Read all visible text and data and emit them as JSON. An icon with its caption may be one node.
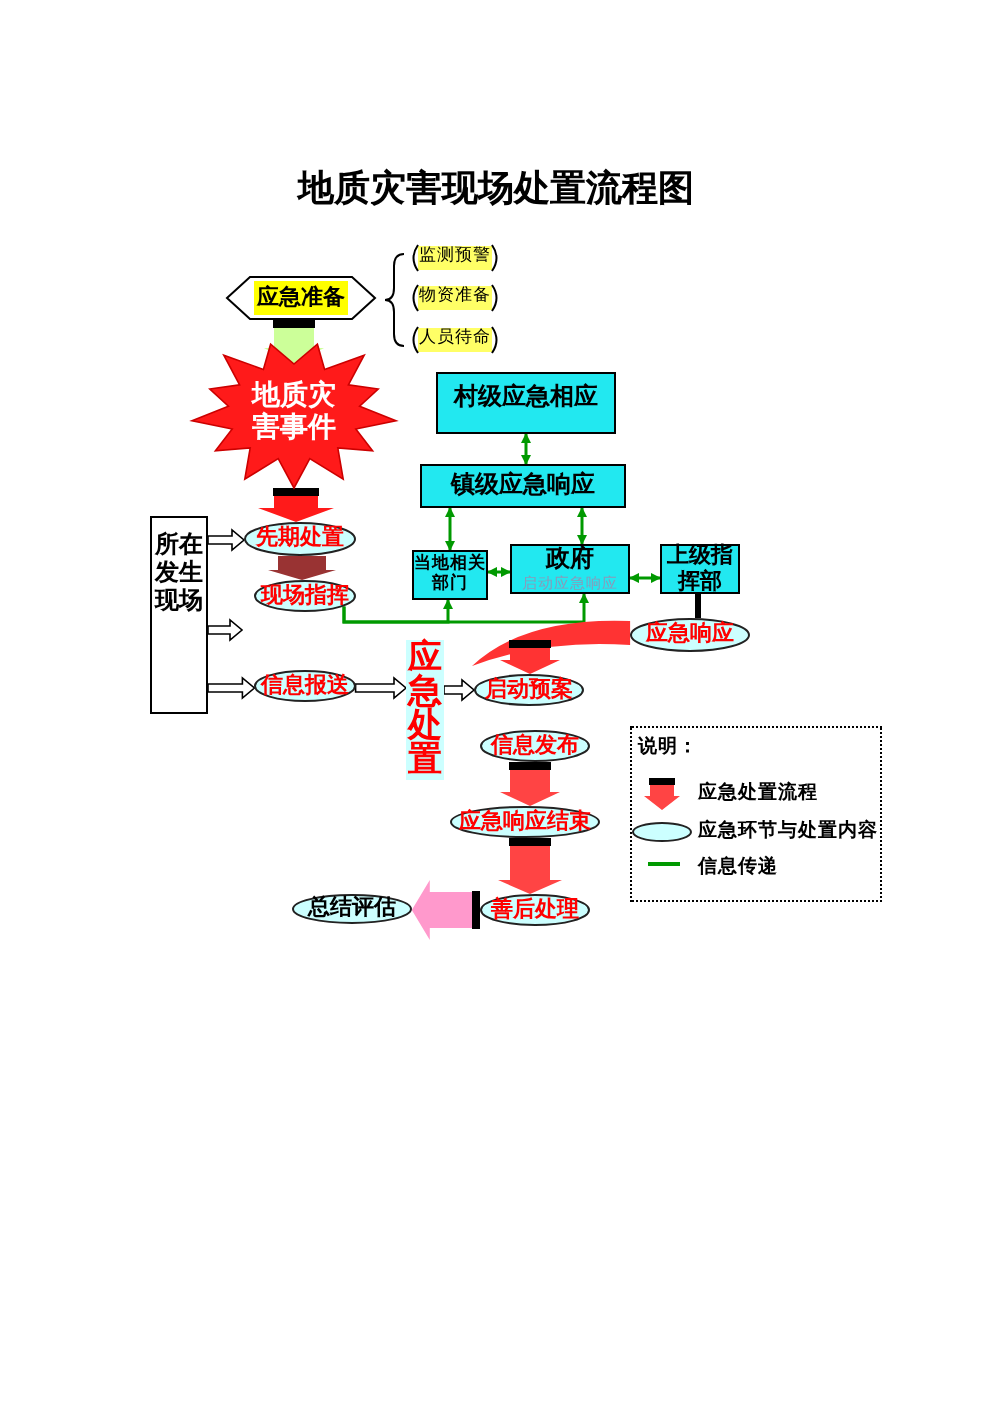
{
  "diagram": {
    "title": "地质灾害现场处置流程图",
    "nodes": [
      {
        "text": [
          "应急准备"
        ]
      },
      {
        "text": [
          "监测预警"
        ]
      },
      {
        "text": [
          "物资准备"
        ]
      },
      {
        "text": [
          "人员待命"
        ]
      },
      {
        "text": [
          "地质灾害事件"
        ]
      },
      {
        "text": [
          "村级应急相应"
        ]
      },
      {
        "text": [
          "镇级应急响应"
        ]
      },
      {
        "text": [
          "所在发生现场"
        ]
      },
      {
        "text": [
          "先期处置"
        ]
      },
      {
        "text": [
          "当地相关部门"
        ]
      },
      {
        "text": [
          "政府",
          "启动应急响应"
        ]
      },
      {
        "text": [
          "上级指挥部"
        ]
      },
      {
        "text": [
          "现场指挥"
        ]
      },
      {
        "text": [
          "应急响应"
        ]
      },
      {
        "text": [
          "信息报送"
        ]
      },
      {
        "text": [
          "应急处置"
        ]
      },
      {
        "text": [
          "启动预案"
        ]
      },
      {
        "text": [
          "信息发布"
        ]
      },
      {
        "text": [
          "应急响应结束"
        ]
      },
      {
        "text": [
          "总结评估"
        ]
      },
      {
        "text": [
          "善后处理"
        ]
      }
    ],
    "edges": [
      {
        "from": 0,
        "to": 4,
        "arrow": "to",
        "style": "thick",
        "color": "#ccff99"
      },
      {
        "from": 5,
        "to": 6,
        "arrow": "both"
      },
      {
        "from": 6,
        "to": 9,
        "arrow": "both"
      },
      {
        "from": 6,
        "to": 10,
        "arrow": "both"
      },
      {
        "from": 9,
        "to": 10,
        "arrow": "both"
      },
      {
        "from": 10,
        "to": 11,
        "arrow": "both"
      },
      {
        "from": 4,
        "to": 8,
        "arrow": "to",
        "style": "thick",
        "color": "#ff1a1a"
      },
      {
        "from": 7,
        "to": 8,
        "arrow": "to",
        "style": "thick",
        "color": "#ffffff"
      },
      {
        "from": 7,
        "to": null,
        "arrow": "to",
        "style": "thick",
        "color": "#ffffff"
      },
      {
        "from": 12,
        "to": 9,
        "arrow": "to"
      },
      {
        "from": 12,
        "to": 10,
        "arrow": "to"
      },
      {
        "from": 8,
        "to": 12,
        "arrow": "to",
        "style": "thick",
        "color": "#993333"
      },
      {
        "from": 11,
        "to": 13,
        "arrow": "none",
        "style": "thick",
        "color": "#000000"
      },
      {
        "from": 7,
        "to": 14,
        "arrow": "to",
        "style": "thick",
        "color": "#ffffff"
      },
      {
        "from": 14,
        "to": 15,
        "arrow": "to",
        "style": "thick",
        "color": "#ffffff"
      },
      {
        "from": 13,
        "to": 16,
        "arrow": "to",
        "style": "thick",
        "color": "#ff3333"
      },
      {
        "from": 15,
        "to": 16,
        "arrow": "to",
        "style": "thick",
        "color": "#ffffff"
      },
      {
        "from": 17,
        "to": 18,
        "arrow": "to",
        "style": "thick",
        "color": "#ff4444"
      },
      {
        "from": 18,
        "to": 20,
        "arrow": "to",
        "style": "thick",
        "color": "#ff4444"
      },
      {
        "from": 20,
        "to": 19,
        "arrow": "to",
        "style": "thick",
        "color": "#ff99cc"
      }
    ],
    "labels": [
      "说明："
    ],
    "legend": [
      {
        "text": "应急处置流程"
      },
      {
        "text": "应急环节与处置内容"
      },
      {
        "text": "信息传递"
      }
    ]
  }
}
